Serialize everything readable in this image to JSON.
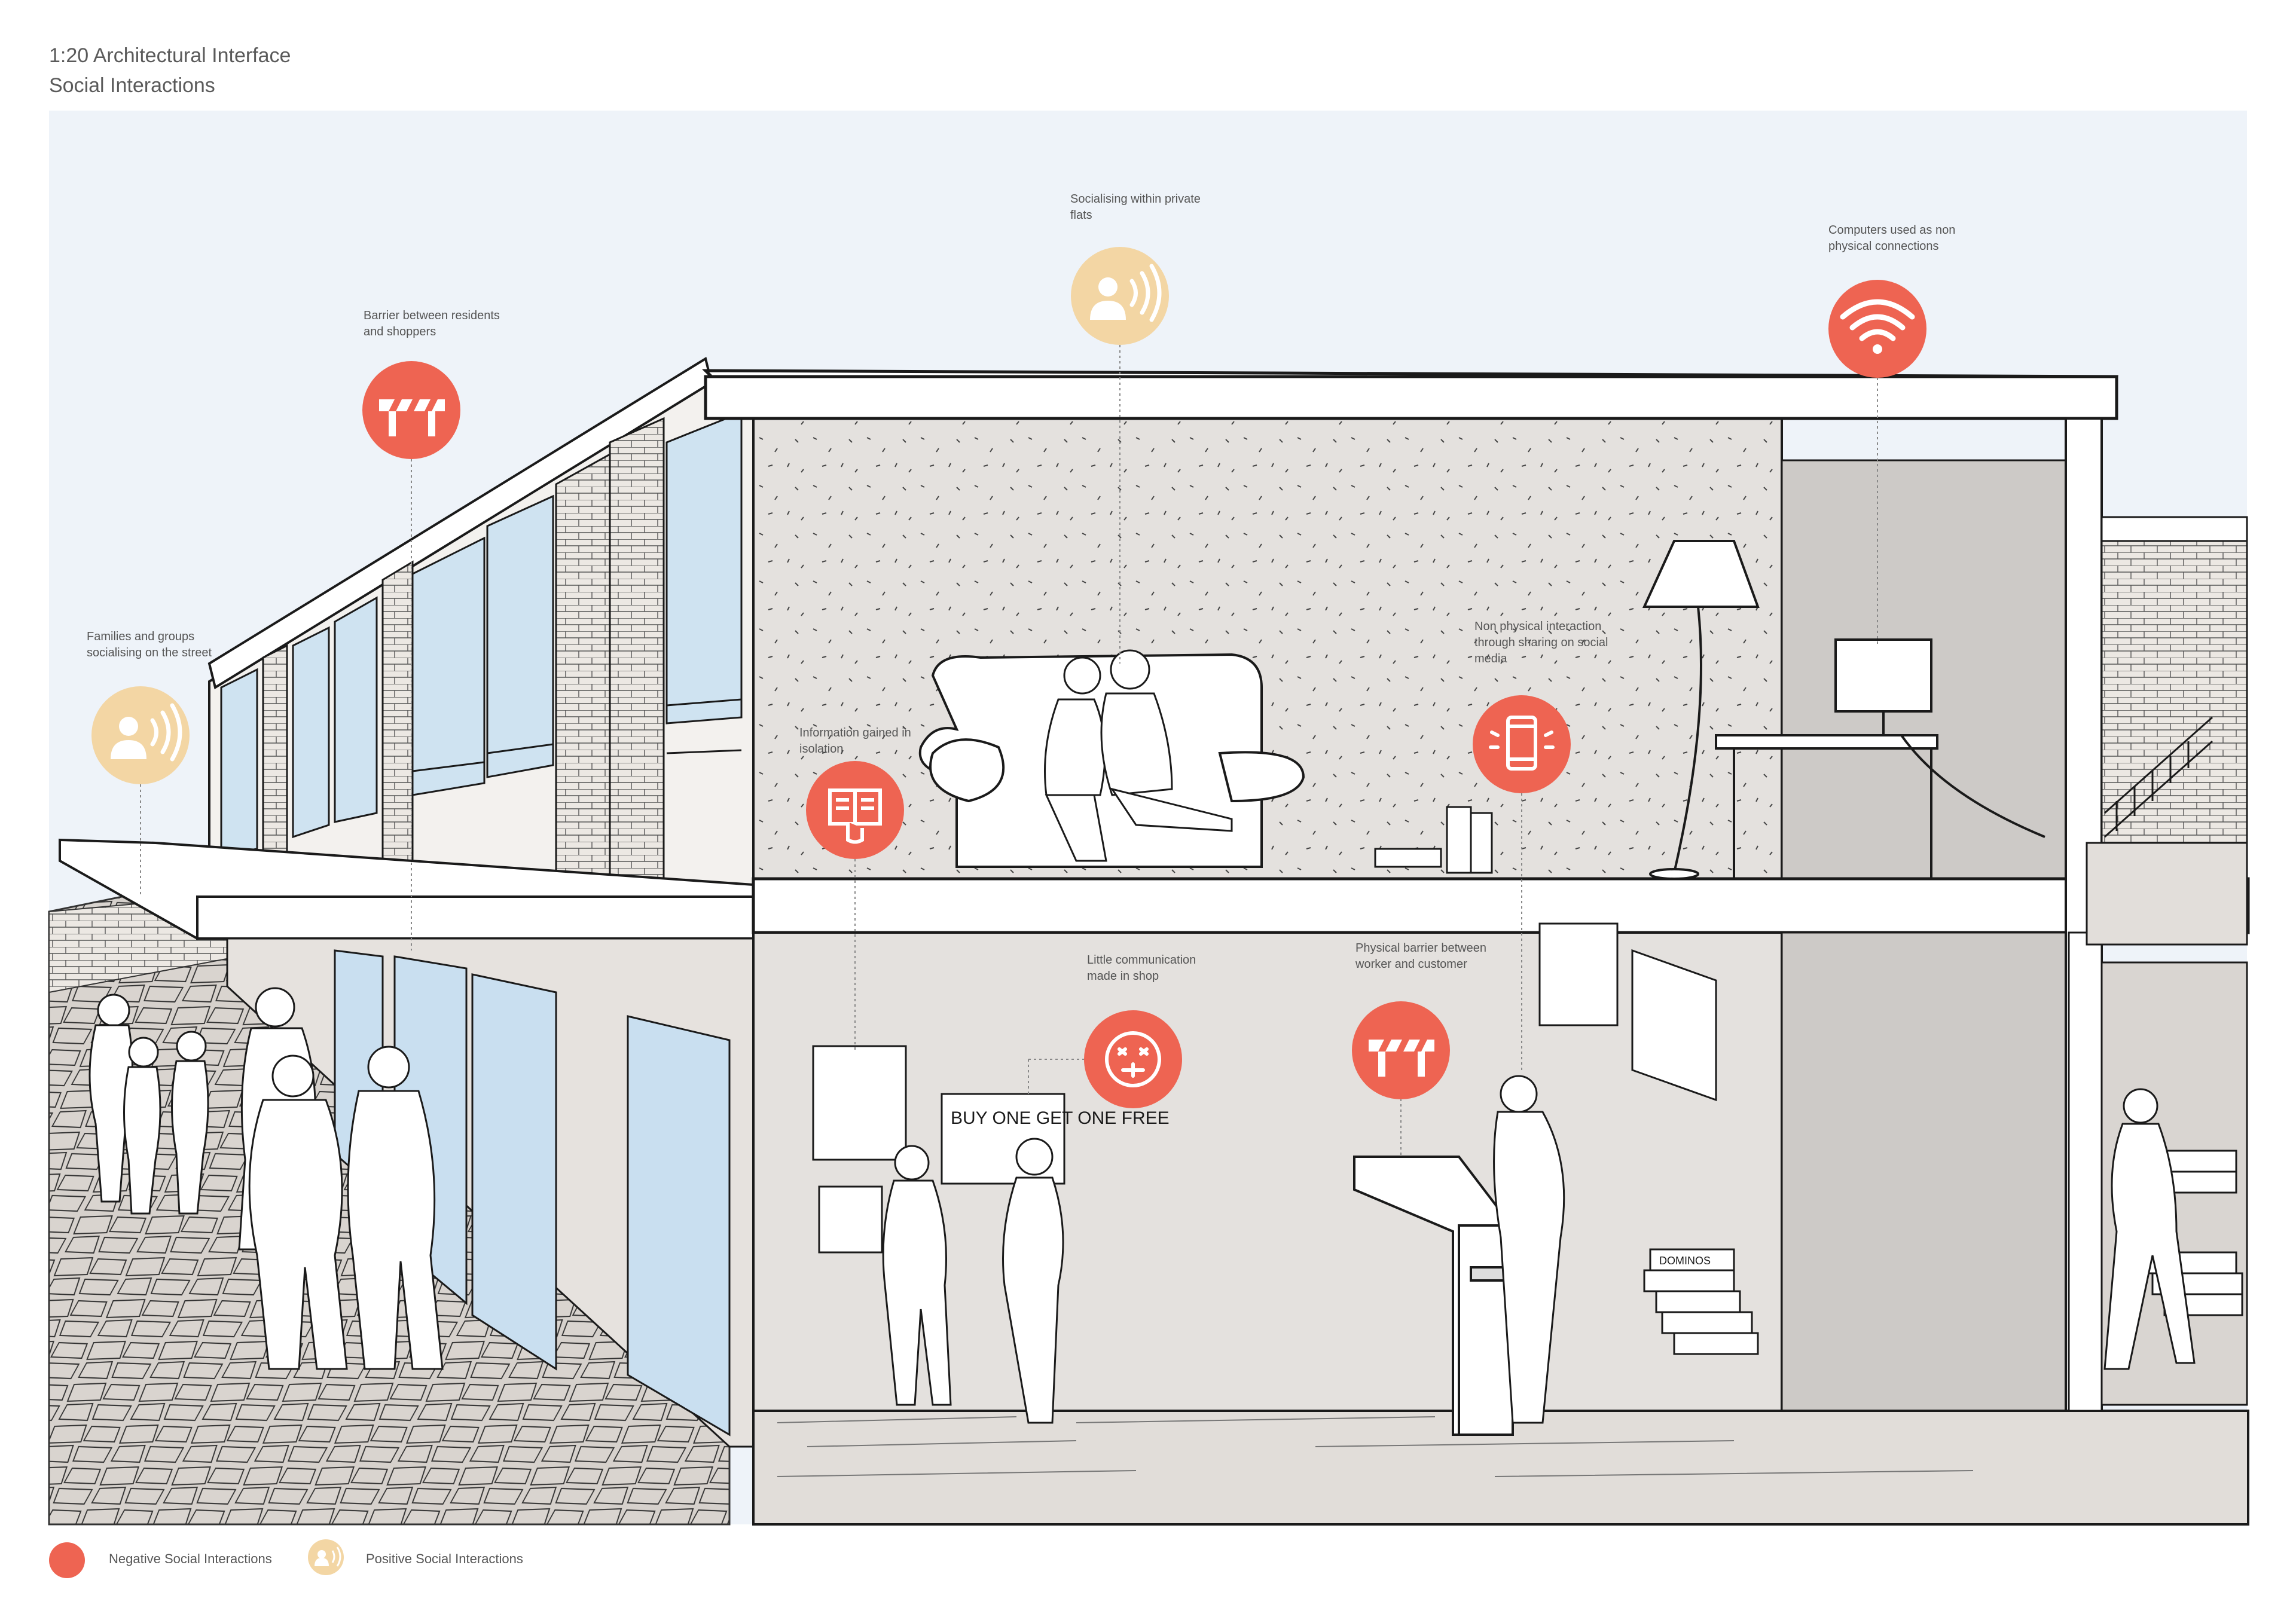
{
  "header": {
    "title": "1:20 Architectural Interface",
    "subtitle": "Social Interactions"
  },
  "colors": {
    "negative": "#ee6452",
    "positive": "#f3d6a4",
    "sky": "#eef3f9",
    "wall": "#e2dfdc",
    "line": "#1a1a1a"
  },
  "callouts": [
    {
      "id": "families",
      "label": "Families and groups socialising on the street",
      "type": "positive",
      "icon": "speaking-person-icon"
    },
    {
      "id": "barrier-residents",
      "label": "Barrier between residents and shoppers",
      "type": "negative",
      "icon": "barrier-icon"
    },
    {
      "id": "socialising-flats",
      "label": "Socialising within private flats",
      "type": "positive",
      "icon": "speaking-person-icon"
    },
    {
      "id": "computers",
      "label": "Computers used as non physical connections",
      "type": "negative",
      "icon": "wifi-icon"
    },
    {
      "id": "information-isolation",
      "label": "Information gained in isolation",
      "type": "negative",
      "icon": "touch-screen-icon"
    },
    {
      "id": "social-media",
      "label": "Non physical interaction through sharing on social media",
      "type": "negative",
      "icon": "smartphone-icon"
    },
    {
      "id": "little-communication",
      "label": "Little communication made in shop",
      "type": "negative",
      "icon": "frustrated-face-icon"
    },
    {
      "id": "worker-barrier",
      "label": "Physical barrier between worker and customer",
      "type": "negative",
      "icon": "barrier-icon"
    }
  ],
  "signage": {
    "poster": "BUY ONE GET ONE FREE",
    "box": "DOMINOS"
  },
  "legend": {
    "negative": "Negative Social Interactions",
    "positive": "Positive Social Interactions"
  }
}
